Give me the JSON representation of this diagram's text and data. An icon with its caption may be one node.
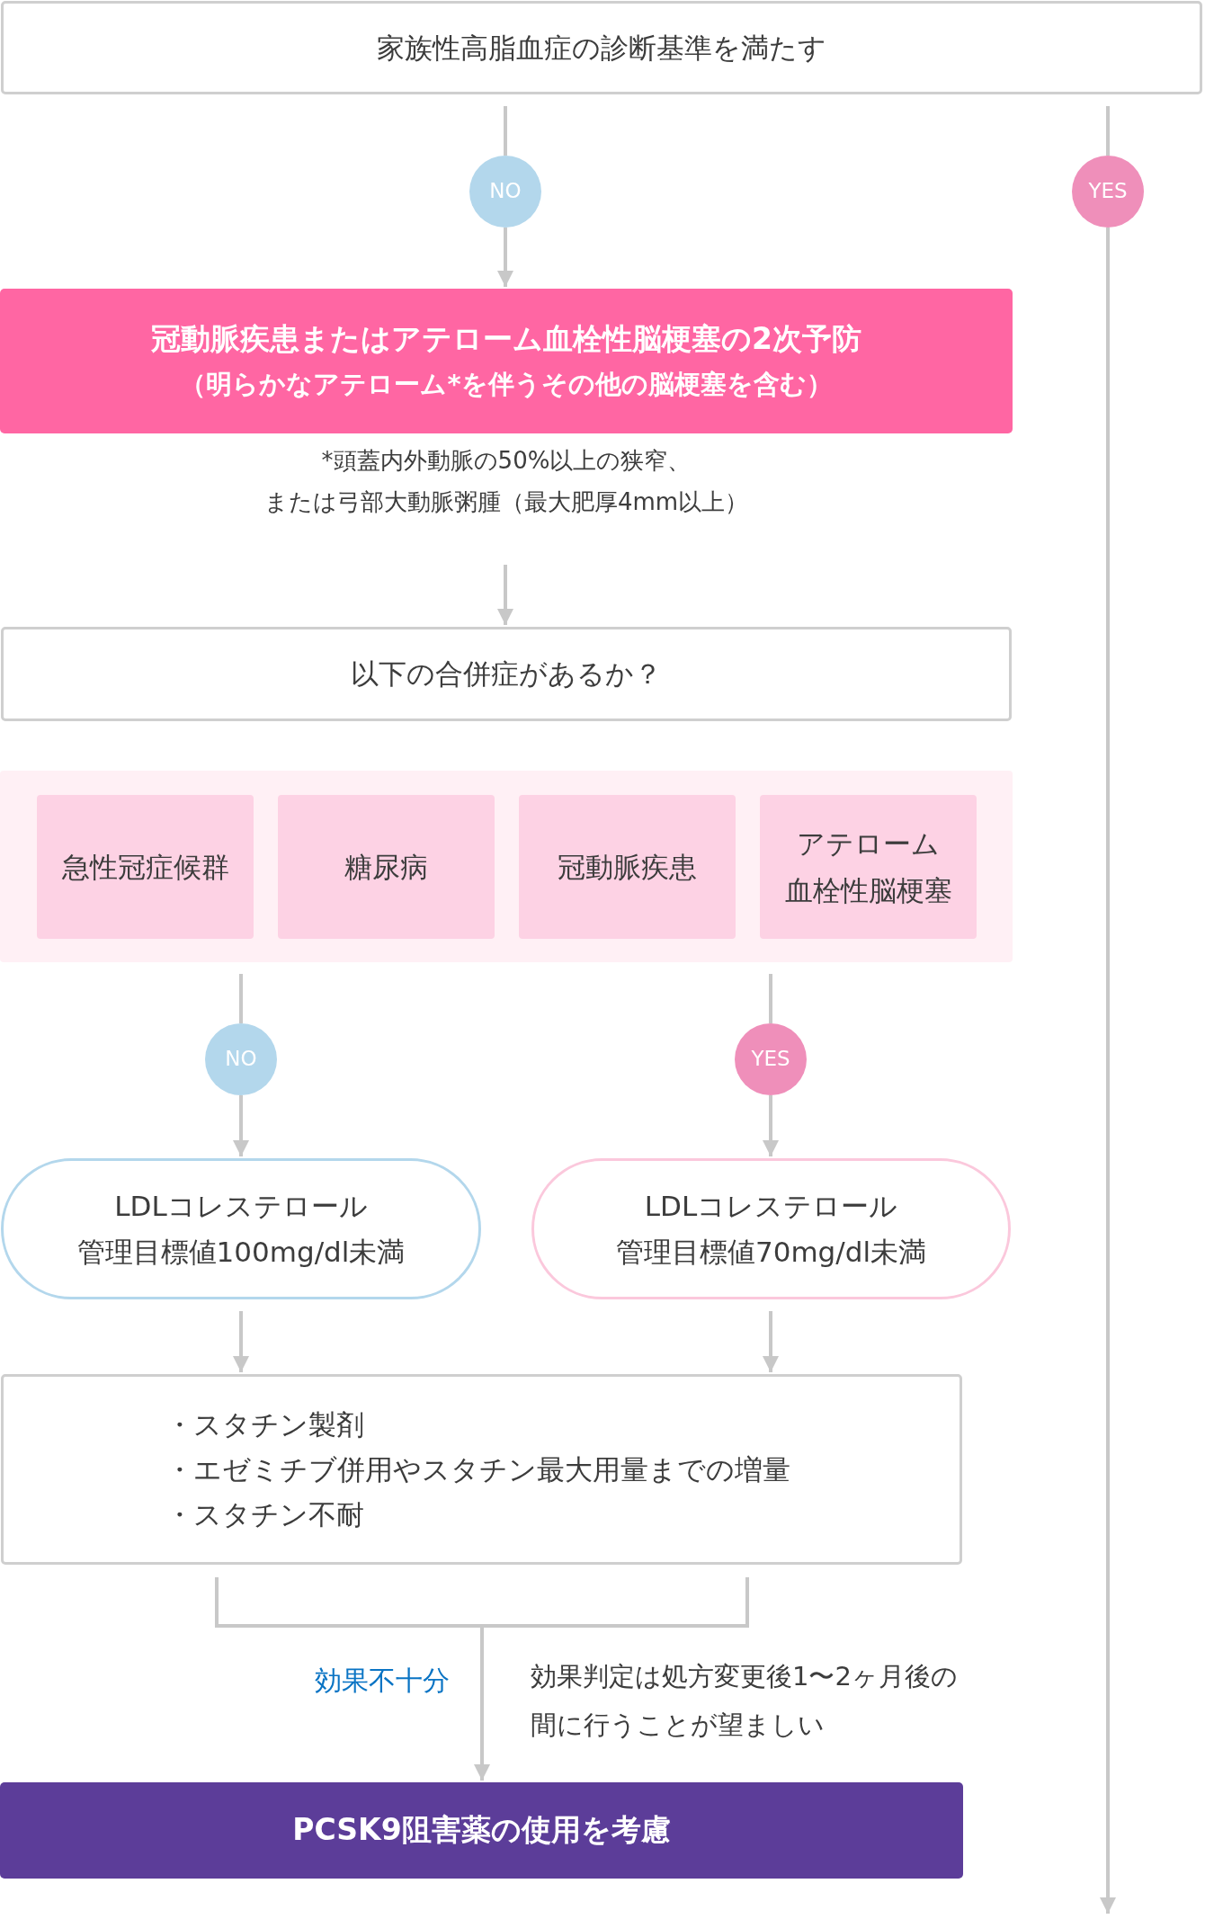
{
  "diagram": {
    "nodes": [
      {
        "text": [
          "家族性高脂血症の診断基準を満たす"
        ]
      },
      {
        "text": [
          "NO"
        ]
      },
      {
        "text": [
          "YES"
        ]
      },
      {
        "text": [
          "冠動脈疾患またはアテローム血栓性脳梗塞の2次予防",
          "（明らかなアテローム*を伴うその他の脳梗塞を含む）"
        ],
        "beside": [
          "*頭蓋内外動脈の50%以上の狭窄、",
          "または弓部大動脈粥腫（最大肥厚4mm以上）"
        ]
      },
      {
        "text": [
          "以下の合併症があるか？"
        ]
      },
      {
        "text": [],
        "shape": "box"
      },
      {
        "text": [
          "急性冠症候群"
        ],
        "in": 5
      },
      {
        "text": [
          "糖尿病"
        ],
        "in": 5
      },
      {
        "text": [
          "冠動脈疾患"
        ],
        "in": 5
      },
      {
        "text": [
          "アテローム",
          "血栓性脳梗塞"
        ],
        "in": 5
      },
      {
        "text": [
          "NO"
        ]
      },
      {
        "text": [
          "YES"
        ]
      },
      {
        "text": [
          "LDLコレステロール",
          "管理目標値100mg/dl未満"
        ]
      },
      {
        "text": [
          "LDLコレステロール",
          "管理目標値70mg/dl未満"
        ]
      },
      {
        "text": [
          "・スタチン製剤",
          "・エゼミチブ併用やスタチン最大用量までの増量",
          "・スタチン不耐"
        ]
      },
      {
        "text": [
          "PCSK9阻害薬の使用を考慮"
        ]
      }
    ],
    "edges": [
      {
        "from": 0,
        "to": 1,
        "arrow": "none"
      },
      {
        "from": 1,
        "to": 3,
        "arrow": "to"
      },
      {
        "from": 0,
        "to": 2,
        "arrow": "none"
      },
      {
        "from": 2,
        "to": null,
        "arrow": "to"
      },
      {
        "from": 3,
        "to": 4,
        "arrow": "to"
      },
      {
        "from": 5,
        "to": 10,
        "arrow": "none"
      },
      {
        "from": 10,
        "to": 12,
        "arrow": "to"
      },
      {
        "from": 5,
        "to": 11,
        "arrow": "none"
      },
      {
        "from": 11,
        "to": 13,
        "arrow": "to"
      },
      {
        "from": 12,
        "to": 14,
        "arrow": "to"
      },
      {
        "from": 13,
        "to": 14,
        "arrow": "to"
      },
      {
        "from": 14,
        "to": 15,
        "arrow": "to",
        "label": "効果不十分"
      }
    ],
    "labels": [
      "効果判定は処方変更後1〜2ヶ月後の",
      "間に行うことが望ましい"
    ]
  }
}
